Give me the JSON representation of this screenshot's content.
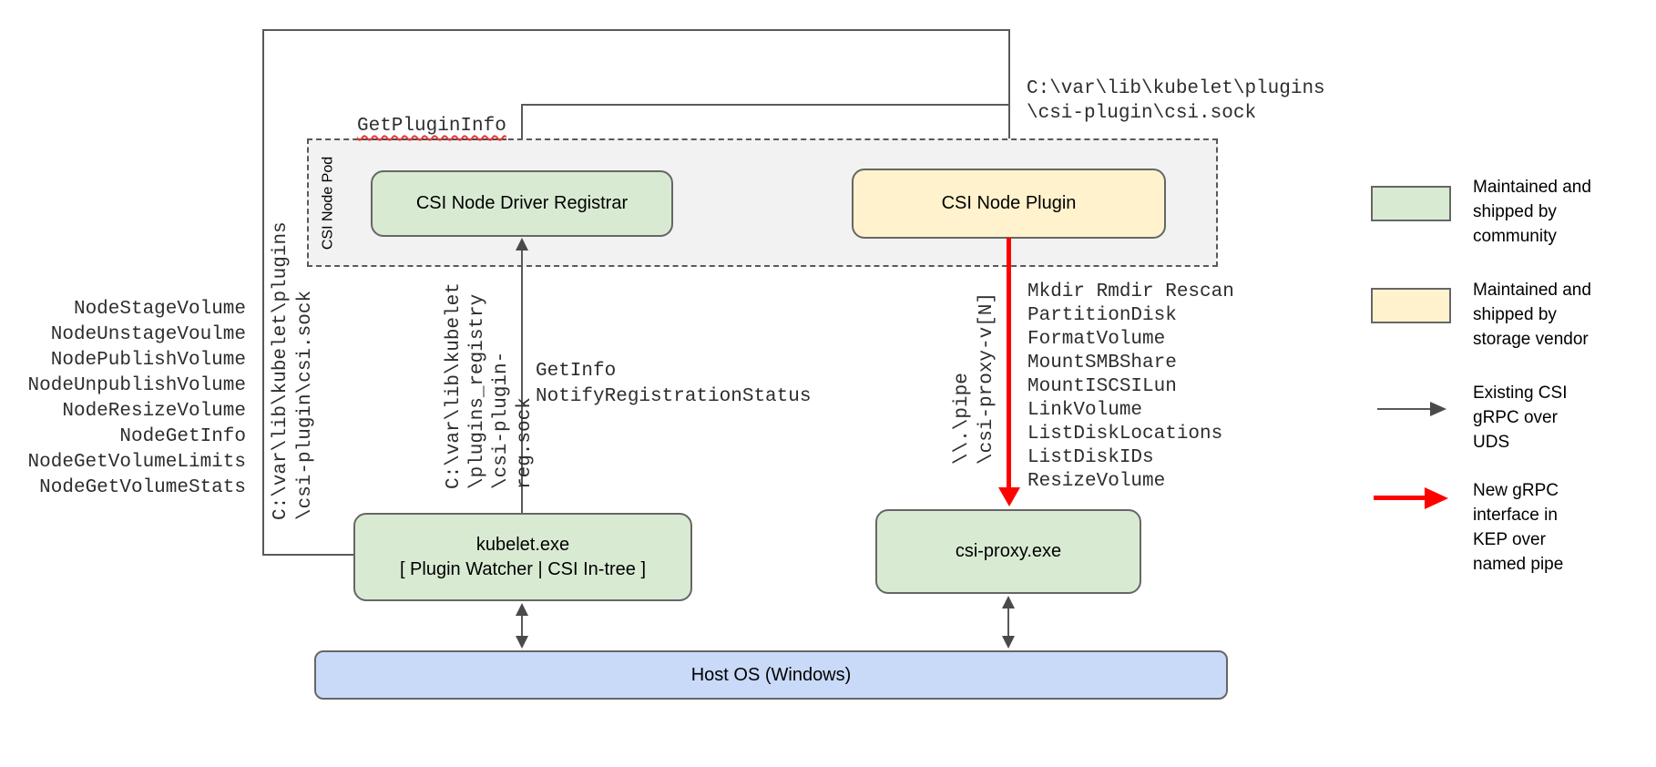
{
  "colors": {
    "community_green": "#d9ead3",
    "vendor_yellow": "#fff2cc",
    "host_blue": "#c9daf8",
    "pod_gray": "#f2f2f2",
    "line_gray": "#595959",
    "new_red": "#ff0000",
    "squiggle_red": "#e53935"
  },
  "pod": {
    "label": "CSI Node Pod"
  },
  "nodes": {
    "registrar": "CSI Node Driver Registrar",
    "plugin": "CSI Node Plugin",
    "kubelet": "kubelet.exe\n[ Plugin Watcher | CSI In-tree ]",
    "proxy": "csi-proxy.exe",
    "host": "Host OS (Windows)"
  },
  "annotations": {
    "get_plugin_info": "GetPluginInfo",
    "csi_sock_top": [
      "C:\\var\\lib\\kubelet\\plugins",
      "\\csi-plugin\\csi.sock"
    ],
    "csi_sock_left": [
      "C:\\var\\lib\\kubelet\\plugins",
      "\\csi-plugin\\csi.sock"
    ],
    "registration_sock": [
      "C:\\var\\lib\\kubelet",
      "\\plugins_registry",
      "\\csi-plugin-reg.sock"
    ],
    "named_pipe": [
      "\\\\.\\pipe",
      "\\csi-proxy-v[N]"
    ],
    "kubelet_node_rpcs": [
      "NodeStageVolume",
      "NodeUnstageVoulme",
      "NodePublishVolume",
      "NodeUnpublishVolume",
      "NodeResizeVolume",
      "NodeGetInfo",
      "NodeGetVolumeLimits",
      "NodeGetVolumeStats"
    ],
    "registration_rpcs": [
      "GetInfo",
      "NotifyRegistrationStatus"
    ],
    "proxy_rpcs": [
      "Mkdir Rmdir Rescan",
      "PartitionDisk",
      "FormatVolume",
      "MountSMBShare",
      "MountISCSILun",
      "LinkVolume",
      "ListDiskLocations",
      "ListDiskIDs",
      "ResizeVolume"
    ]
  },
  "legend": {
    "items": [
      {
        "swatch": "green-box",
        "label": "Maintained and\nshipped by\ncommunity"
      },
      {
        "swatch": "yellow-box",
        "label": "Maintained and\nshipped by\nstorage vendor"
      },
      {
        "swatch": "gray-arrow",
        "label": "Existing CSI\ngRPC over\nUDS"
      },
      {
        "swatch": "red-arrow",
        "label": "New gRPC\ninterface in\nKEP over\nnamed pipe"
      }
    ]
  }
}
